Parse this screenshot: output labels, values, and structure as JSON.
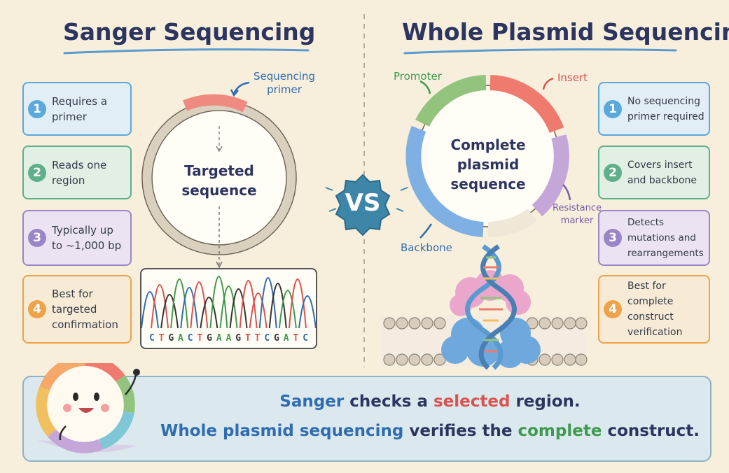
{
  "left": {
    "title": "Sanger Sequencing",
    "primer_label": "Sequencing primer",
    "center_label": "Targeted sequence",
    "cards": [
      {
        "num": "1",
        "text": "Requires a primer",
        "color": "#5aa8dc",
        "bg": "#e2eef6"
      },
      {
        "num": "2",
        "text": "Reads one region",
        "color": "#5fb08a",
        "bg": "#e2efe4"
      },
      {
        "num": "3",
        "text": "Typically up to ~1,000 bp",
        "color": "#9a86c6",
        "bg": "#ebe3f1"
      },
      {
        "num": "4",
        "text": "Best for targeted confirmation",
        "color": "#eea24a",
        "bg": "#f8ebd6"
      }
    ],
    "bases": [
      "C",
      "T",
      "G",
      "A",
      "C",
      "T",
      "G",
      "A",
      "A",
      "G",
      "T",
      "T",
      "C",
      "G",
      "A",
      "T",
      "C"
    ]
  },
  "right": {
    "title": "Whole Plasmid Sequencing",
    "center_label": "Complete plasmid sequence",
    "segment_labels": {
      "promoter": "Promoter",
      "insert": "Insert",
      "resistance": "Resistance marker",
      "backbone": "Backbone"
    },
    "cards": [
      {
        "num": "1",
        "text": "No sequencing primer required",
        "color": "#5aa8dc",
        "bg": "#e2eef6"
      },
      {
        "num": "2",
        "text": "Covers insert and backbone",
        "color": "#5fb08a",
        "bg": "#e2efe4"
      },
      {
        "num": "3",
        "text": "Detects mutations and rearrangements",
        "color": "#9a86c6",
        "bg": "#ebe3f1"
      },
      {
        "num": "4",
        "text": "Best for complete construct verification",
        "color": "#eea24a",
        "bg": "#f8ebd6"
      }
    ]
  },
  "vs_label": "VS",
  "banner": {
    "line1": [
      {
        "text": "Sanger",
        "color": "#2f6db0"
      },
      {
        "text": " checks a ",
        "color": "#2c3560"
      },
      {
        "text": "selected",
        "color": "#d9534f"
      },
      {
        "text": " region.",
        "color": "#2c3560"
      }
    ],
    "line2": [
      {
        "text": "Whole plasmid sequencing",
        "color": "#2f6db0"
      },
      {
        "text": " verifies the ",
        "color": "#2c3560"
      },
      {
        "text": "complete",
        "color": "#3f9a4f"
      },
      {
        "text": " construct.",
        "color": "#2c3560"
      }
    ]
  },
  "colors": {
    "base_A": "#3f9a4f",
    "base_C": "#2f6db0",
    "base_G": "#333333",
    "base_T": "#d9534f",
    "promoter": "#93c47d",
    "insert": "#ee7b6e",
    "resistance": "#c4a6d8",
    "backbone": "#7fb0e3",
    "neutral": "#efe7d8"
  }
}
